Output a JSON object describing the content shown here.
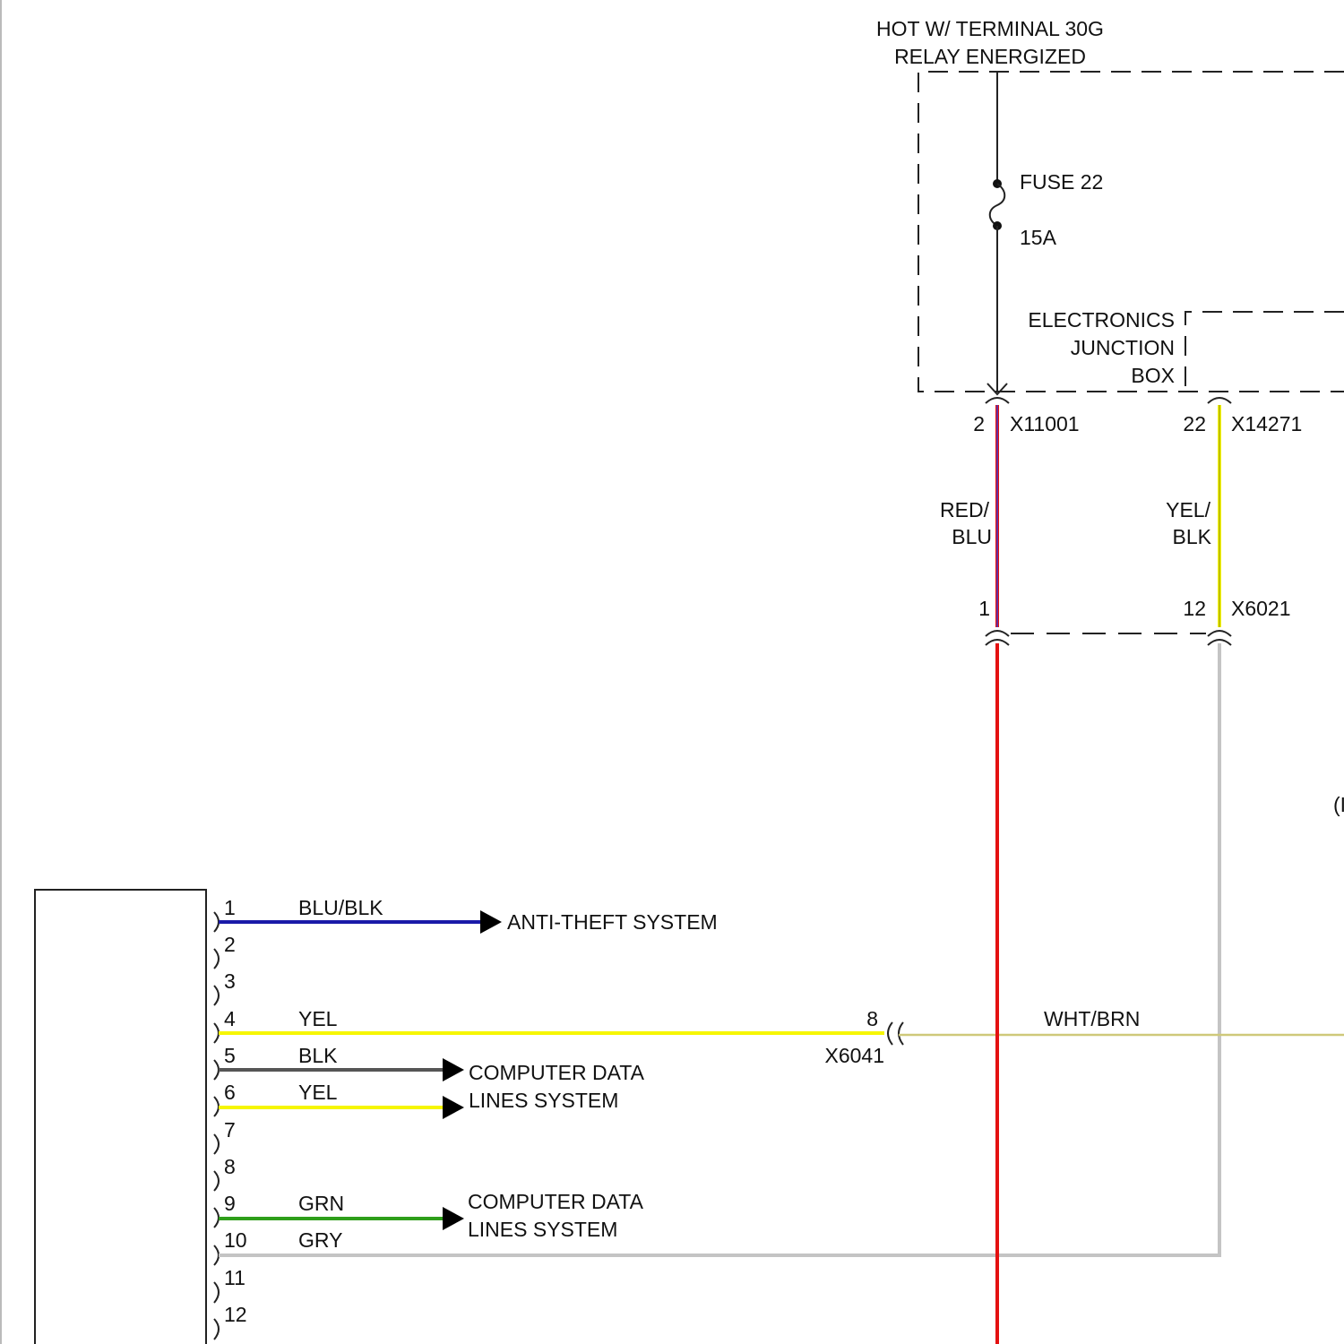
{
  "colors": {
    "blu_blk": "#1a1aa8",
    "yel": "#f6f600",
    "blk": "#555555",
    "grn": "#2e9e1a",
    "gry": "#c4c4c4",
    "red": "#e41111",
    "red_blu_stripe": "#3a3ad0",
    "wht_brn": "#cfc97a",
    "yel_blk_stripe": "#8a8a00"
  },
  "header": {
    "line1": "HOT W/ TERMINAL 30G",
    "line2": "RELAY ENERGIZED"
  },
  "fuse": {
    "name": "FUSE 22",
    "rating": "15A"
  },
  "junction_box": {
    "line1": "ELECTRONICS",
    "line2": "JUNCTION",
    "line3": "BOX"
  },
  "connectors": {
    "x11001": {
      "pin": "2",
      "id": "X11001"
    },
    "x14271": {
      "pin": "22",
      "id": "X14271"
    },
    "x6021_pin1": "1",
    "x6021": {
      "pin": "12",
      "id": "X6021"
    },
    "x6041": {
      "pin": "8",
      "id": "X6041"
    }
  },
  "wire_labels": {
    "red_blu_1": "RED/",
    "red_blu_2": "BLU",
    "yel_blk_1": "YEL/",
    "yel_blk_2": "BLK",
    "wht_brn": "WHT/BRN"
  },
  "edge_clip": "(I",
  "module_pins": [
    "1",
    "2",
    "3",
    "4",
    "5",
    "6",
    "7",
    "8",
    "9",
    "10",
    "11",
    "12"
  ],
  "pin_wires": {
    "p1": "BLU/BLK",
    "p4": "YEL",
    "p5": "BLK",
    "p6": "YEL",
    "p9": "GRN",
    "p10": "GRY"
  },
  "destinations": {
    "anti_theft": "ANTI-THEFT SYSTEM",
    "cdl_a_1": "COMPUTER DATA",
    "cdl_a_2": "LINES SYSTEM",
    "cdl_b_1": "COMPUTER DATA",
    "cdl_b_2": "LINES SYSTEM"
  }
}
